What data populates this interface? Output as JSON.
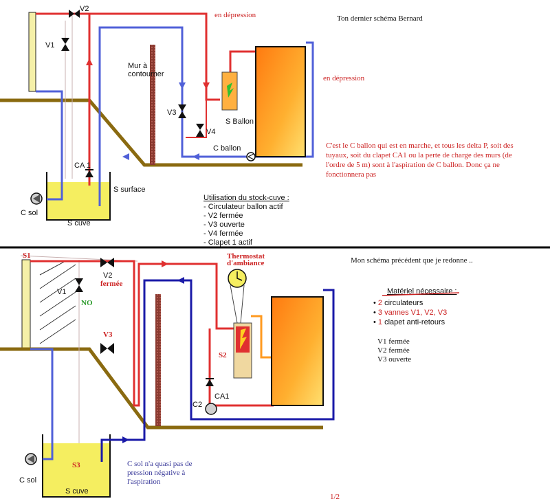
{
  "colors": {
    "red_pipe": "#e03030",
    "blue_pipe": "#5060d8",
    "dark_blue_pipe": "#1a1aa8",
    "ground": "#8a6a10",
    "wall": "#8a3a30",
    "tank_fill": "#f5ee60",
    "panel": "#f5f0a8",
    "balloon_orange": "#ff9a20",
    "divider": "#000000"
  },
  "top": {
    "title": "Ton dernier schéma Bernard",
    "depression_1": "en dépression",
    "depression_2": "en dépression",
    "v1": "V1",
    "v2": "V2",
    "v3": "V3",
    "v4": "V4",
    "wall_label_1": "Mur à",
    "wall_label_2": "contourner",
    "s_ballon": "S Ballon",
    "c_ballon": "C ballon",
    "ca1": "CA 1",
    "s_surface": "S surface",
    "c_sol": "C sol",
    "s_cuve": "S cuve",
    "note_lines": [
      "C'est le C ballon qui est en marche, et tous les delta P, soit des",
      "tuyaux, soit du clapet CA1 ou la perte de charge des murs (de",
      "l'ordre de 5 m) sont à l'aspiration de C ballon. Donc ça ne",
      "fonctionnera pas"
    ],
    "usage_title": "Utilisation du stock-cuve :",
    "usage_items": [
      "- Circulateur ballon actif",
      "- V2 fermée",
      "- V3 ouverte",
      "- V4 fermée",
      "- Clapet 1 actif"
    ]
  },
  "bottom": {
    "title": "Mon schéma précédent que je redonne ..",
    "s1": "S1",
    "s2": "S2",
    "s3": "S3",
    "v1": "V1",
    "v2": "V2",
    "v3": "V3",
    "fermee": "fermée",
    "no": "NO",
    "thermostat_1": "Thermostat",
    "thermostat_2": "d'ambiance",
    "ca1": "CA1",
    "c2": "C2",
    "c_sol": "C sol",
    "s_cuve": "S cuve",
    "note_lines": [
      "C sol n'a quasi pas de",
      "pression négative à",
      "l'aspiration"
    ],
    "materiel_title": "Matériel nécessaire :",
    "materiel_items": [
      {
        "num": "2",
        "text": " circulateurs"
      },
      {
        "num": "3",
        "text": " vannes V1, V2, V3"
      },
      {
        "num": "1",
        "text": " clapet anti-retours"
      }
    ],
    "states": [
      "V1 fermée",
      "V2 fermée",
      "V3 ouverte"
    ],
    "page": "1/2"
  }
}
